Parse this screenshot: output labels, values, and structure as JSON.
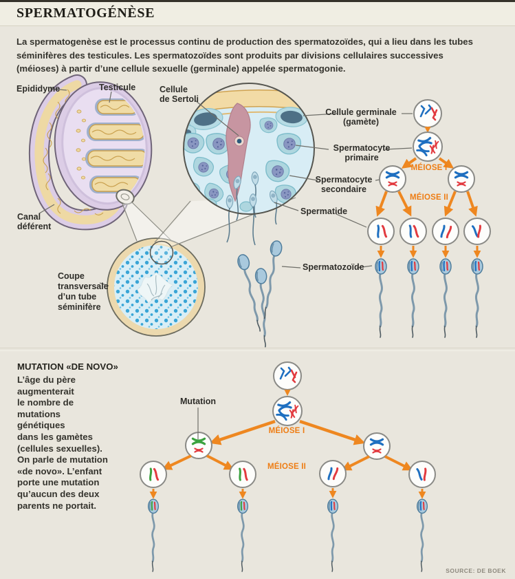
{
  "header": {
    "title": "SPERMATOGÉNÈSE"
  },
  "intro": {
    "lines": [
      "La spermatogenèse est le processus continu de production des spermatozoïdes, qui a lieu dans les tubes",
      "séminifères des testicules. Les spermatozoïdes sont produits par divisions cellulaires successives",
      "(méioses) à partir d’une cellule sexuelle (germinale) appelée spermatogonie."
    ]
  },
  "anatomy": {
    "epididyme": "Epididyme",
    "testicule": "Testicule",
    "canal_l1": "Canal",
    "canal_l2": "déférent",
    "coupe_l1": "Coupe",
    "coupe_l2": "transversale",
    "coupe_l3": "d’un tube",
    "coupe_l4": "séminifère",
    "sertoli_l1": "Cellule",
    "sertoli_l2": "de Sertoli"
  },
  "cycle": {
    "germinale_l1": "Cellule germinale",
    "germinale_l2": "(gamète)",
    "primaire_l1": "Spermatocyte",
    "primaire_l2": "primaire",
    "secondaire_l1": "Spermatocyte",
    "secondaire_l2": "secondaire",
    "spermatide": "Spermatide",
    "spermatozoide": "Spermatozoïde",
    "meiose1": "MÉIOSE I",
    "meiose2": "MÉIOSE II"
  },
  "mutation": {
    "heading": "MUTATION «DE NOVO»",
    "body": [
      "L’âge du père",
      "augmenterait",
      "le nombre de",
      "mutations",
      "génétiques",
      "dans les gamètes",
      "(cellules sexuelles).",
      "On parle de mutation",
      "«de novo». L’enfant",
      "porte une mutation",
      "qu’aucun des deux",
      "parents ne portait."
    ],
    "label": "Mutation",
    "meiose1": "MÉIOSE I",
    "meiose2": "MÉIOSE II"
  },
  "footer": {
    "source": "SOURCE: DE BOEK"
  },
  "colors": {
    "accent_orange": "#ee8720",
    "chromosome_blue": "#1e6fc0",
    "chromosome_red": "#e23a3f",
    "chromosome_green": "#3ba23f",
    "background": "#e9e6dd"
  }
}
